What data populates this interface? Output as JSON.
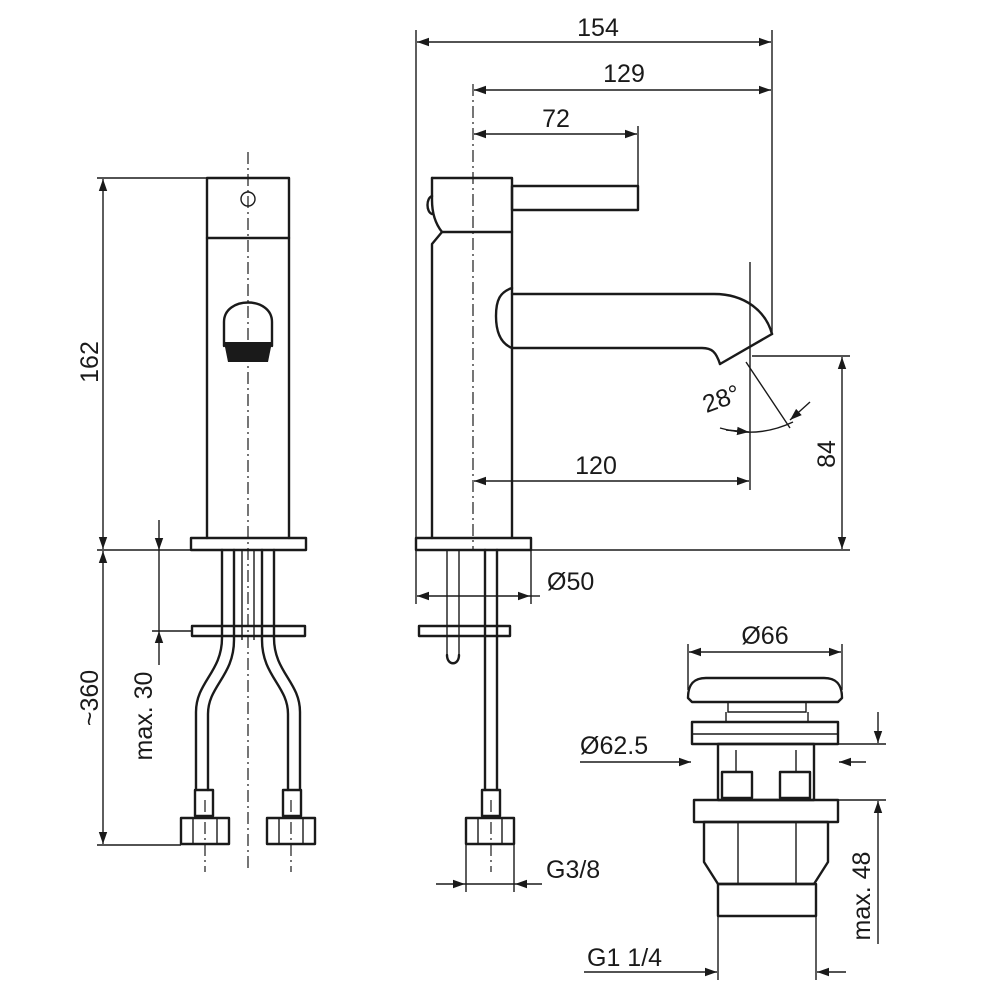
{
  "dimensions": {
    "width_overall": "154",
    "width_spout": "129",
    "width_lever": "72",
    "reach": "120",
    "height_body": "162",
    "height_outlet": "84",
    "spout_angle": "28°",
    "base_diameter": "Ø50",
    "hose_length": "~360",
    "deck_thickness": "max. 30",
    "hose_thread": "G3/8",
    "waste_top_diameter": "Ø66",
    "waste_flange_diameter": "Ø62.5",
    "waste_thread": "G1 1/4",
    "waste_max_height": "max. 48"
  }
}
